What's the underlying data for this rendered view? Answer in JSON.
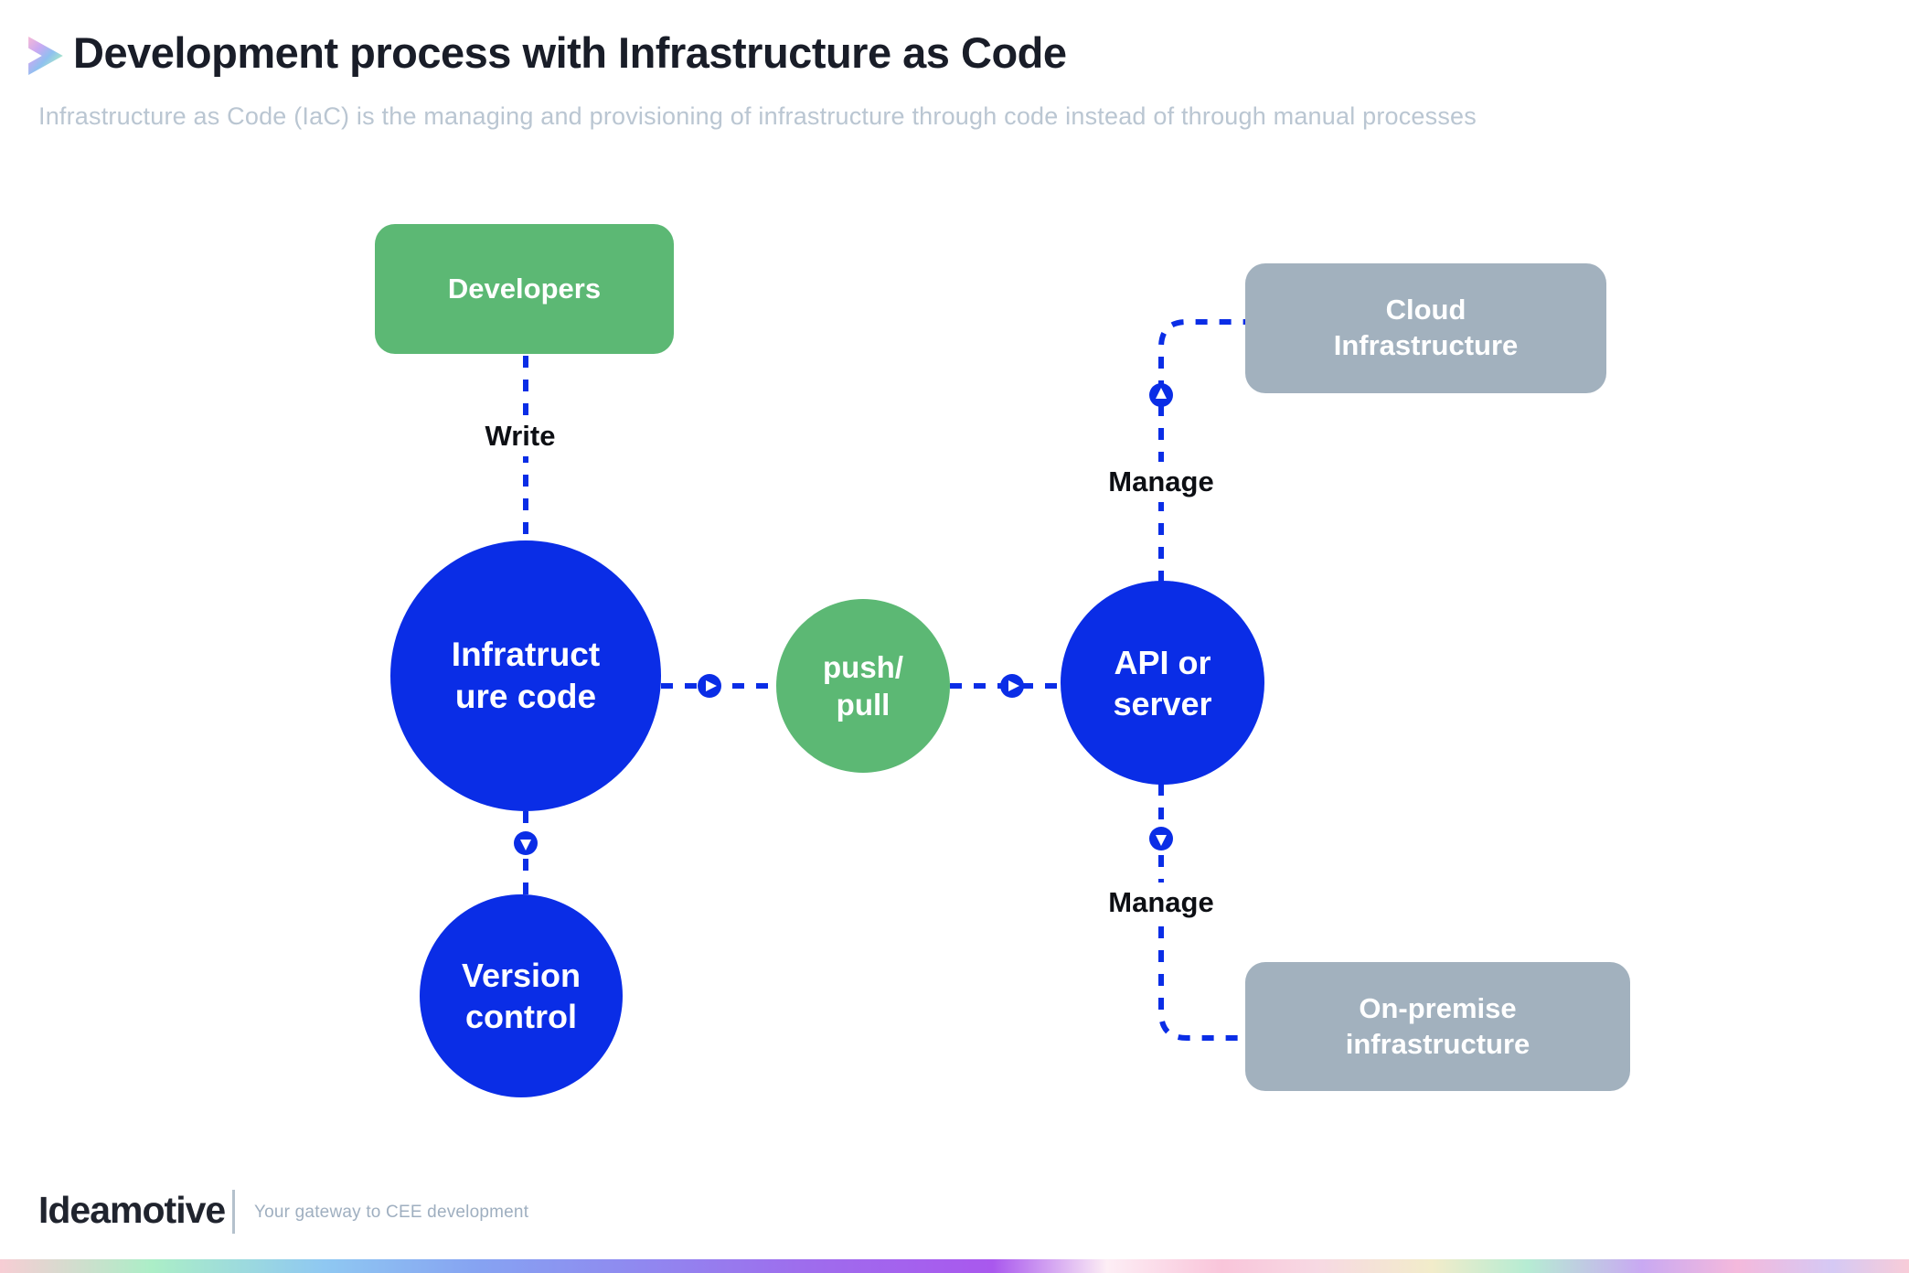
{
  "header": {
    "title": "Development process with Infrastructure as Code",
    "subtitle": "Infrastructure as Code (IaC) is the managing and provisioning of infrastructure through code instead of through manual processes"
  },
  "diagram": {
    "nodes": {
      "developers": "Developers",
      "infrastructure_code": "Infratruct\nure code",
      "push_pull": "push/\npull",
      "api_or_server": "API or\nserver",
      "version_control": "Version\ncontrol",
      "cloud_infrastructure": "Cloud\nInfrastructure",
      "on_premise_infrastructure": "On-premise\ninfrastructure"
    },
    "edge_labels": {
      "write": "Write",
      "manage_top": "Manage",
      "manage_bottom": "Manage"
    }
  },
  "footer": {
    "brand": "Ideamotive",
    "tagline": "Your gateway to CEE development"
  },
  "colors": {
    "primary_blue": "#0A2DE6",
    "green": "#5CB874",
    "gray": "#A2B1BE",
    "title_text": "#191D28",
    "subtitle_text": "#BAC6D2",
    "edge_label_text": "#0D0F14",
    "footer_text": "#9FAFC0"
  }
}
